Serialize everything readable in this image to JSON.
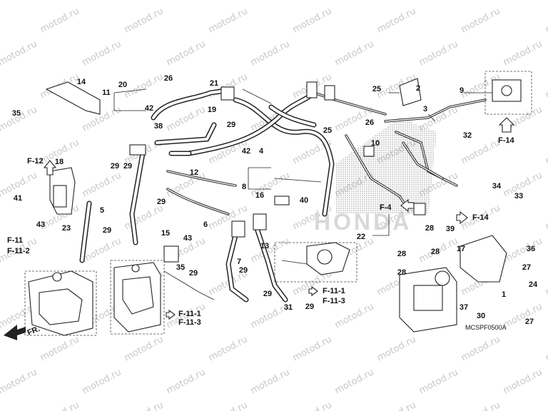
{
  "diagram_code": "MCSPF0500A",
  "watermark_text": "motod.ru",
  "direction_label": "FR.",
  "brand_logo_text": "HONDA",
  "callouts": [
    {
      "n": "1"
    },
    {
      "n": "2"
    },
    {
      "n": "3"
    },
    {
      "n": "4"
    },
    {
      "n": "5"
    },
    {
      "n": "6"
    },
    {
      "n": "7"
    },
    {
      "n": "8"
    },
    {
      "n": "9"
    },
    {
      "n": "10"
    },
    {
      "n": "11"
    },
    {
      "n": "12"
    },
    {
      "n": "13"
    },
    {
      "n": "14"
    },
    {
      "n": "15"
    },
    {
      "n": "16"
    },
    {
      "n": "17"
    },
    {
      "n": "18"
    },
    {
      "n": "19"
    },
    {
      "n": "20"
    },
    {
      "n": "21"
    },
    {
      "n": "22"
    },
    {
      "n": "23"
    },
    {
      "n": "24"
    },
    {
      "n": "25"
    },
    {
      "n": "25"
    },
    {
      "n": "26"
    },
    {
      "n": "26"
    },
    {
      "n": "27"
    },
    {
      "n": "27"
    },
    {
      "n": "28"
    },
    {
      "n": "28"
    },
    {
      "n": "28"
    },
    {
      "n": "28"
    },
    {
      "n": "29"
    },
    {
      "n": "29"
    },
    {
      "n": "29"
    },
    {
      "n": "29"
    },
    {
      "n": "29"
    },
    {
      "n": "29"
    },
    {
      "n": "29"
    },
    {
      "n": "29"
    },
    {
      "n": "29"
    },
    {
      "n": "30"
    },
    {
      "n": "31"
    },
    {
      "n": "32"
    },
    {
      "n": "33"
    },
    {
      "n": "34"
    },
    {
      "n": "35"
    },
    {
      "n": "35"
    },
    {
      "n": "36"
    },
    {
      "n": "37"
    },
    {
      "n": "38"
    },
    {
      "n": "39"
    },
    {
      "n": "40"
    },
    {
      "n": "41"
    },
    {
      "n": "42"
    },
    {
      "n": "42"
    },
    {
      "n": "43"
    },
    {
      "n": "43"
    }
  ],
  "refs": [
    {
      "text": "F-12"
    },
    {
      "text": "F-11"
    },
    {
      "text": "F-11-2"
    },
    {
      "text": "F-4"
    },
    {
      "text": "F-14"
    },
    {
      "text": "F-14"
    },
    {
      "text": "F-11-1"
    },
    {
      "text": "F-11-3"
    },
    {
      "text": "F-11-1"
    },
    {
      "text": "F-11-3"
    }
  ],
  "colors": {
    "line": "#222222",
    "watermark": "#c8c8c8",
    "background": "#ffffff",
    "logo": "#d8d8d8"
  }
}
